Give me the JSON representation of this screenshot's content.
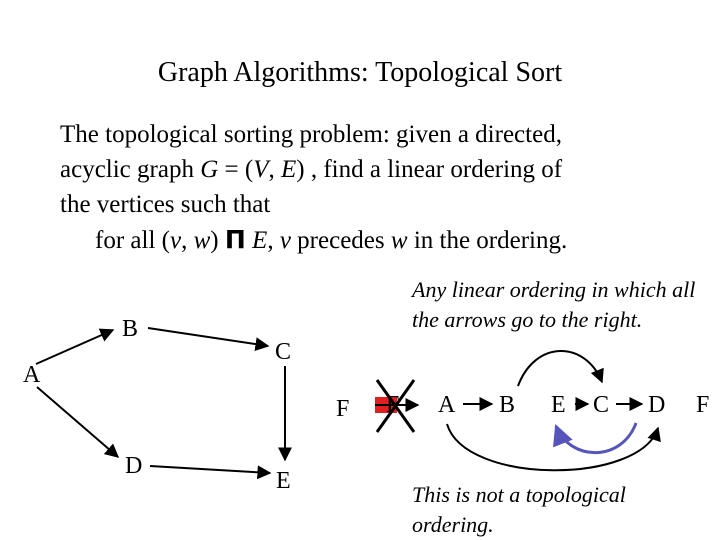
{
  "slide": {
    "title": "Graph Algorithms: Topological Sort",
    "body": {
      "line1": "The topological sorting problem: given a directed,",
      "line2_a": "acyclic graph ",
      "line2_G": "G",
      "line2_b": " = (",
      "line2_V": "V",
      "line2_c": ", ",
      "line2_E": "E",
      "line2_d": ") , find a linear ordering of",
      "line3": "the vertices such that",
      "line4_a": "for all (",
      "line4_v": "v",
      "line4_b": ", ",
      "line4_w": "w",
      "line4_c": ") ",
      "line4_symbol": "Π",
      "line4_d": " ",
      "line4_E": "E",
      "line4_e": ", ",
      "line4_v2": "v",
      "line4_f": " precedes ",
      "line4_w2": "w",
      "line4_g": " in the ordering."
    },
    "note_right": "Any linear ordering in which all the arrows go to the right.",
    "note_bottom": "This is not a topological ordering.",
    "graph": {
      "nodes": [
        "A",
        "B",
        "C",
        "D",
        "E",
        "F"
      ]
    },
    "ordering": {
      "nodes": [
        "F",
        "A",
        "B",
        "E",
        "C",
        "D",
        "F"
      ]
    },
    "colors": {
      "text": "#000000",
      "highlight_arrow": "#5555bb",
      "cross_box": "#e02020"
    }
  }
}
